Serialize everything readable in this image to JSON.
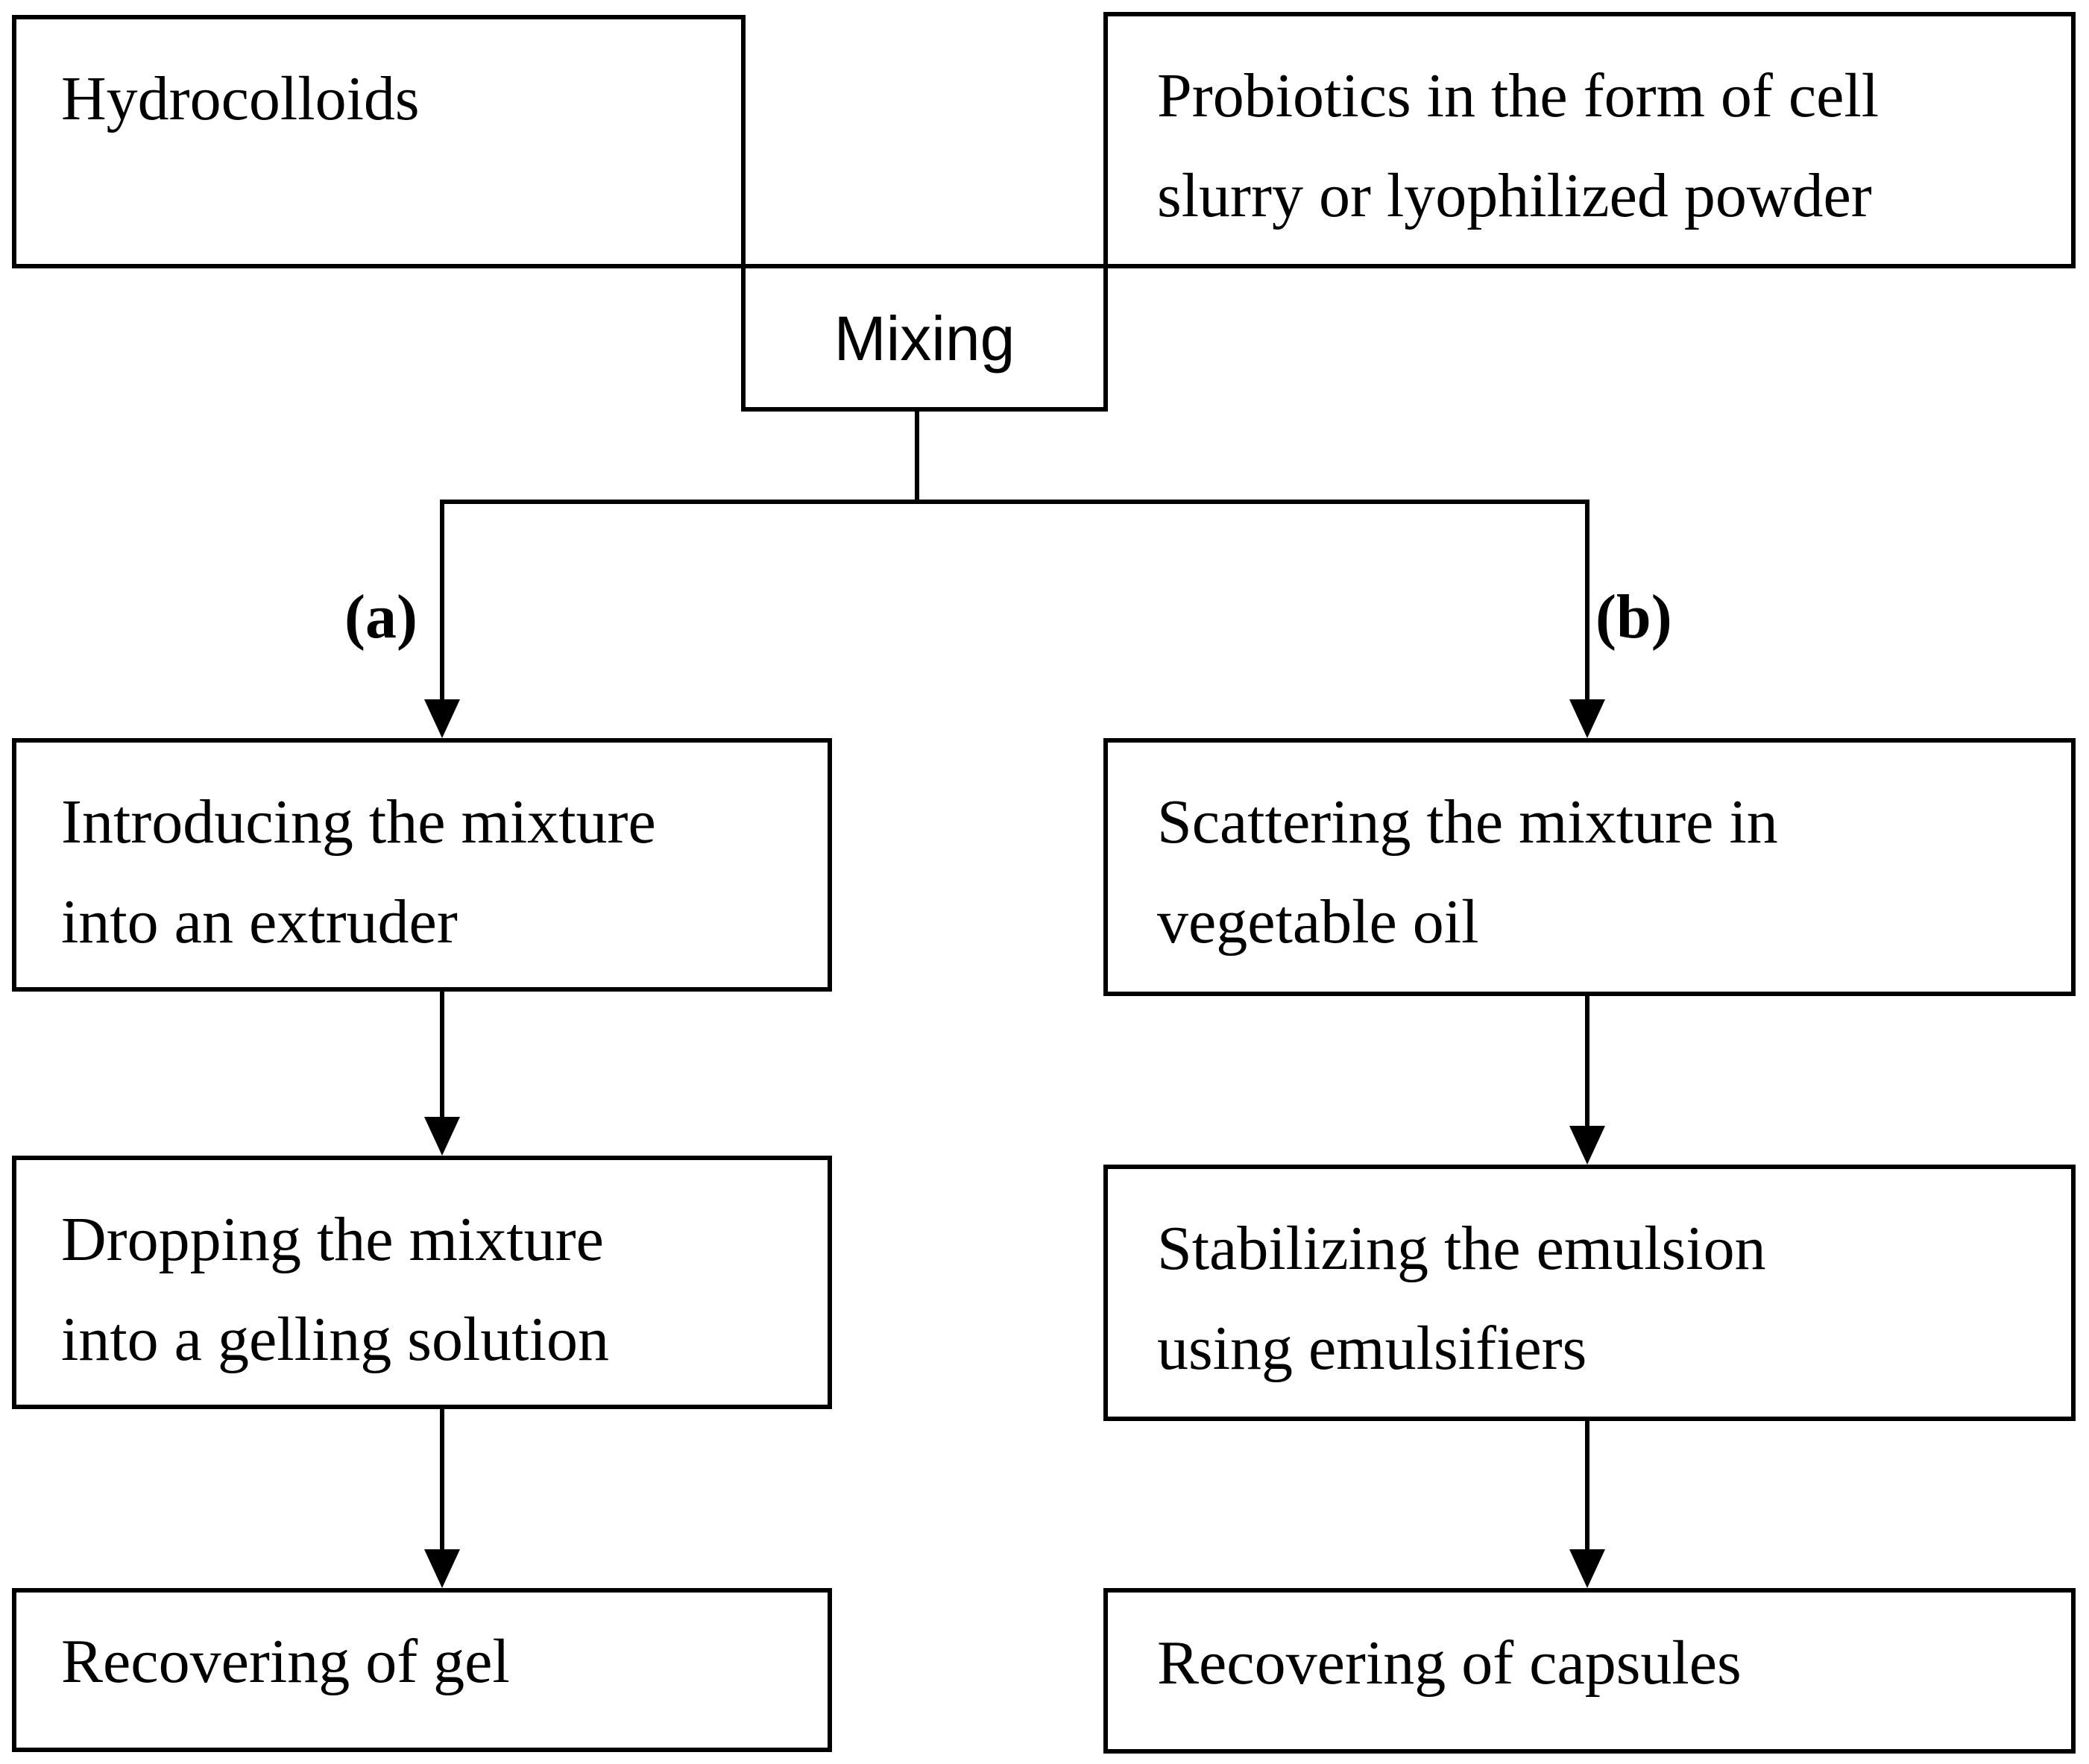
{
  "inputs": {
    "hydrocolloids": "Hydrocolloids",
    "probiotics": "Probiotics in the form of cell\nslurry or lyophilized powder"
  },
  "mixing": "Mixing",
  "branch_a": {
    "label": "(a)",
    "steps": [
      "Introducing the mixture\ninto an extruder",
      "Dropping the mixture\ninto a gelling solution",
      "Recovering of gel"
    ]
  },
  "branch_b": {
    "label": "(b)",
    "steps": [
      "Scattering the mixture in\nvegetable oil",
      "Stabilizing the emulsion\nusing emulsifiers",
      "Recovering of capsules"
    ]
  }
}
